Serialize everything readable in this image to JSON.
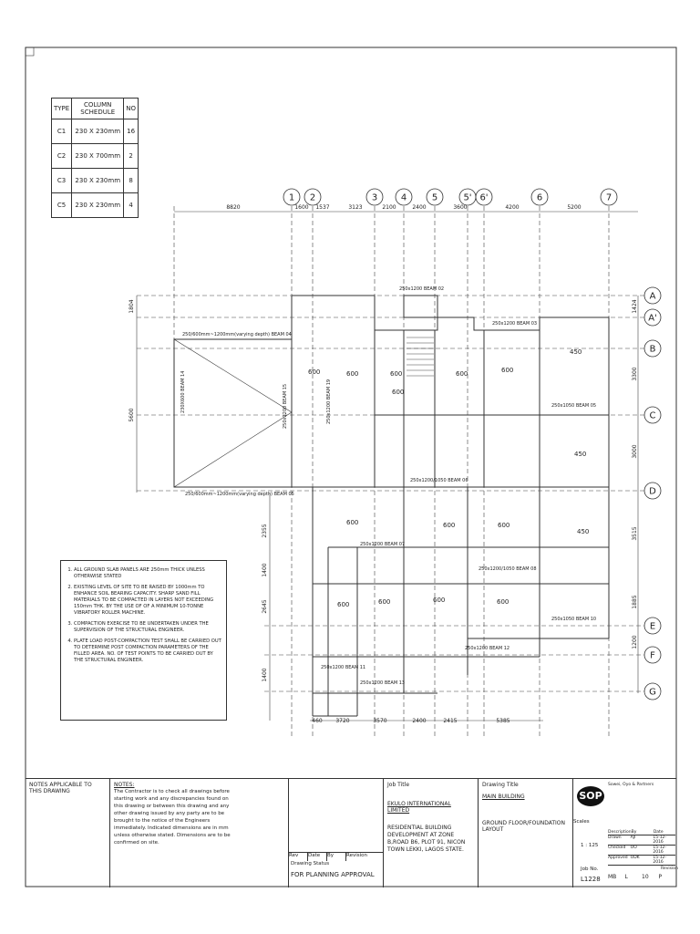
{
  "schedule": {
    "headers": [
      "TYPE",
      "COLUMN SCHEDULE",
      "NO"
    ],
    "rows": [
      [
        "C1",
        "230 X 230mm",
        "16"
      ],
      [
        "C2",
        "230 X 700mm",
        "2"
      ],
      [
        "C3",
        "230 X 230mm",
        "8"
      ],
      [
        "C5",
        "230 X 230mm",
        "4"
      ]
    ]
  },
  "grid_numbers": [
    "1",
    "2",
    "3",
    "4",
    "5",
    "5'",
    "6'",
    "6",
    "7"
  ],
  "grid_letters": [
    "A",
    "A'",
    "B",
    "C",
    "D",
    "E",
    "F",
    "G"
  ],
  "top_dims": [
    "8820",
    "1600",
    "1537",
    "3123",
    "2100",
    "2400",
    "3600",
    "4200",
    "5200"
  ],
  "bottom_dims": [
    "460",
    "3720",
    "3570",
    "2400",
    "2415",
    "5385"
  ],
  "left_dims": [
    "1804",
    "5600",
    "2355",
    "1400",
    "2645",
    "1400"
  ],
  "right_dims": [
    "1424",
    "3300",
    "3000",
    "3515",
    "1885",
    "1200"
  ],
  "beams": {
    "b04": "250/600mm~1200mm(varying depth) BEAM 04",
    "b_bottom": "250/600mm~1200mm(varying depth) BEAM 05",
    "b14": "230X600 BEAM 14",
    "b15": "250x1200 BEAM 15",
    "b19": "250x1200 BEAM 19",
    "b02": "250x1200 BEAM 02",
    "b03": "250x1200 BEAM 03",
    "b05": "250x1050 BEAM 05",
    "b07": "250x1200 BEAM 07",
    "b08": "250x1200/1050 BEAM 08",
    "b10": "250x1050 BEAM 10",
    "b11": "250x1200 BEAM 11",
    "b12": "250x1200 BEAM 12",
    "b13": "250x1200 BEAM 13",
    "b06": "250x1200/1050 BEAM 06"
  },
  "slab_labels": [
    "600",
    "600",
    "600",
    "600",
    "600",
    "450",
    "450",
    "600",
    "600",
    "600",
    "600",
    "450",
    "600",
    "600",
    "600",
    "600"
  ],
  "notes": [
    "ALL GROUND SLAB PANELS ARE 250mm THICK UNLESS OTHERWISE STATED",
    "EXISTING LEVEL OF SITE TO BE RAISED BY 1000mm TO ENHANCE SOIL BEARING CAPACITY. SHARP SAND FILL MATERIALS TO BE COMPACTED IN LAYERS NOT EXCEEDING 150mm THK. BY THE USE OF OF A MINIMUM 10-TONNE VIBRATORY ROLLER MACHINE.",
    "COMPACTION EXERCISE TO BE UNDERTAKEN UNDER THE SUPERVISION OF THE STRUCTURAL ENGINEER.",
    "PLATE LOAD POST-COMPACTION TEST SHALL BE CARRIED OUT TO DETERMINE POST COMPACTION PARAMETERS OF THE FILLED AREA. NO. OF TEST POINTS TO BE CARRIED OUT BY THE STRUCTURAL ENGINEER."
  ],
  "title_block": {
    "notes_applicable": "NOTES APPLICABLE TO THIS DRAWING",
    "notes_header": "NOTES:",
    "notes_body": "The Contractor is to check all drawings before starting work and any discrepancies found on this drawing or between this drawing and any other drawing issued by any party are to be brought to the notice of the Engineers immediately. Indicated dimensions are in mm unless otherwise stated. Dimensions are to be confirmed on site.",
    "rev_cols": [
      "Rev",
      "Date",
      "By",
      "Revision"
    ],
    "drawing_status_label": "Drawing Status",
    "drawing_status": "FOR PLANNING APPROVAL",
    "job_title_label": "Job Title",
    "client": "EKULO INTERNATIONAL LIMITED",
    "project": "RESIDENTIAL BUILDING DEVELOPMENT AT ZONE B,ROAD B6, PLOT 91, NICON TOWN LEKKI, LAGOS STATE.",
    "drawing_title_label": "Drawing Title",
    "building": "MAIN BUILDING",
    "drawing_title": "GROUND FLOOR/FOUNDATION LAYOUT",
    "scales_label": "Scales",
    "scale": "1 : 125",
    "job_no_label": "Job No.",
    "job_no": "L1228",
    "sheet_codes": [
      "MB",
      "L",
      "10",
      "P"
    ],
    "revision_label": "Revision",
    "firm": "SOP",
    "firm_name": "Sowei, Oyo & Partners",
    "sign_rows": [
      [
        "Description",
        "By",
        "Date"
      ],
      [
        "Drawn",
        "AJI",
        "15-12-2016"
      ],
      [
        "Checked",
        "OO",
        "15-12-2016"
      ],
      [
        "Approved",
        "ODK",
        "15-12-2016"
      ]
    ]
  }
}
